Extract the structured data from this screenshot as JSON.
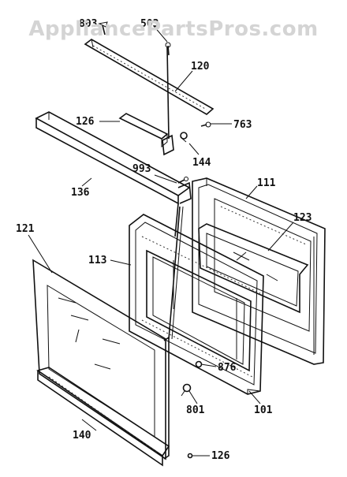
{
  "watermark": "AppliancePartsPros.com",
  "callouts": {
    "c803": "803",
    "c503": "503",
    "c120": "120",
    "c126_top": "126",
    "c763": "763",
    "c144": "144",
    "c993": "993",
    "c136": "136",
    "c111": "111",
    "c123": "123",
    "c121": "121",
    "c113": "113",
    "c876": "876",
    "c801": "801",
    "c101": "101",
    "c140": "140",
    "c126_bottom": "126"
  }
}
